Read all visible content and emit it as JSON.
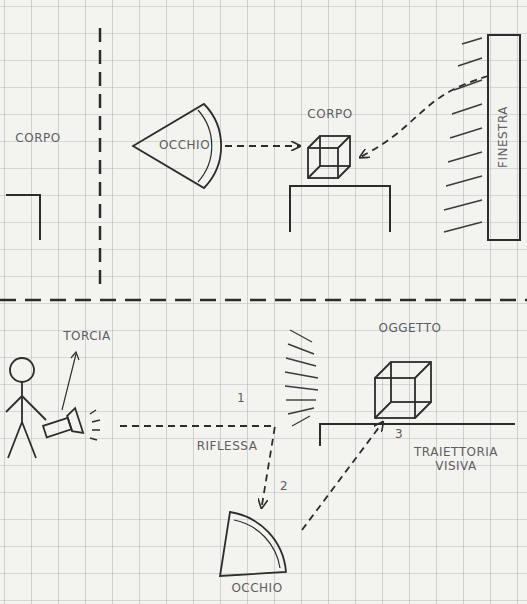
{
  "diagram": {
    "nodes": [
      {
        "text": [
          "OCCHIO"
        ]
      },
      {
        "text": [
          "CORPO"
        ]
      },
      {
        "text": [
          "FINESTRA"
        ]
      },
      {
        "text": [
          "TORCIA"
        ]
      },
      {
        "text": [
          "OGGETTO"
        ]
      },
      {
        "text": [
          "OCCHIO"
        ]
      }
    ],
    "edges": [
      {
        "from": 0,
        "to": 1,
        "arrow": "to"
      },
      {
        "from": 2,
        "to": 1,
        "arrow": "to"
      },
      {
        "from": 3,
        "to": 5,
        "arrow": "to"
      },
      {
        "from": 5,
        "to": 4,
        "arrow": "to"
      }
    ],
    "labels": [
      "CORPO",
      "1",
      "RIFLESSA",
      "2",
      "3",
      "TRAIETTORIA VISIVA"
    ]
  }
}
